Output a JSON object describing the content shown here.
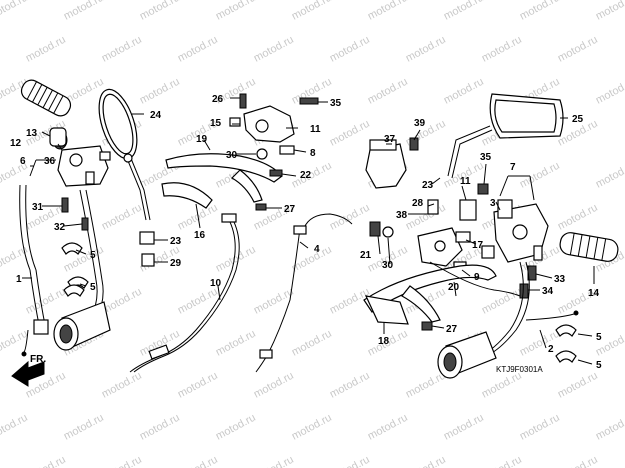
{
  "diagram": {
    "watermark": "motod.ru",
    "diagram_code": "KTJ9F0301A",
    "direction_label": "FR.",
    "callouts": {
      "c1": "1",
      "c2": "2",
      "c3": "3",
      "c4": "4",
      "c5a": "5",
      "c5b": "5",
      "c5c": "5",
      "c5d": "5",
      "c6": "6",
      "c7": "7",
      "c8": "8",
      "c9": "9",
      "c10": "10",
      "c11a": "11",
      "c11b": "11",
      "c12": "12",
      "c13": "13",
      "c14": "14",
      "c15": "15",
      "c16": "16",
      "c17": "17",
      "c18": "18",
      "c19": "19",
      "c20": "20",
      "c21": "21",
      "c22": "22",
      "c23a": "23",
      "c23b": "23",
      "c24": "24",
      "c25": "25",
      "c26": "26",
      "c27a": "27",
      "c27b": "27",
      "c28": "28",
      "c29": "29",
      "c30a": "30",
      "c30b": "30",
      "c31": "31",
      "c32": "32",
      "c33": "33",
      "c34": "34",
      "c35a": "35",
      "c35b": "35",
      "c36": "36",
      "c37": "37",
      "c38": "38",
      "c39": "39"
    }
  }
}
